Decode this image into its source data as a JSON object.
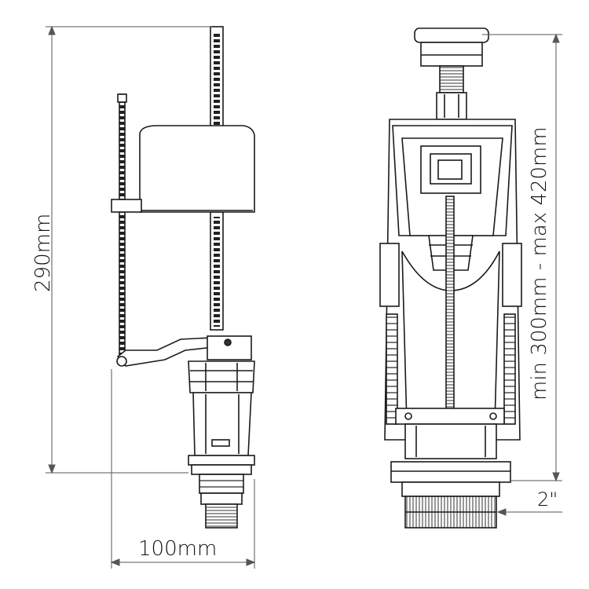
{
  "dimensions": {
    "height_label": "290mm",
    "width_label": "100mm",
    "range_label": "min 300mm - max 420mm",
    "thread_label": "2\""
  },
  "colors": {
    "line": "#1a1a1a",
    "dim_line": "#555555",
    "fill_light": "#ffffff",
    "fill_grey": "#d9d9d9"
  }
}
